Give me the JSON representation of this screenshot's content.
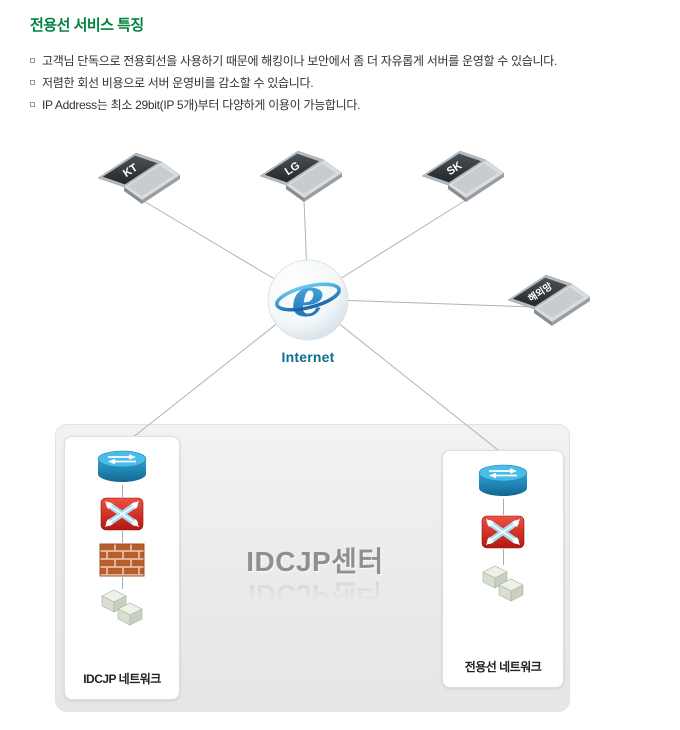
{
  "header": {
    "title": "전용선 서비스 특징"
  },
  "features": [
    "고객님 단독으로 전용회선을 사용하기 때문에 해킹이나 보안에서 좀 더 자유롭게 서버를 운영할 수 있습니다.",
    "저렴한 회선 비용으로 서버 운영비를 감소할 수 있습니다.",
    "IP Address는 최소 29bit(IP 5개)부터 다양하게 이용이 가능합니다."
  ],
  "diagram": {
    "nodes": {
      "kt": "KT",
      "lg": "LG",
      "sk": "SK",
      "overseas": "해외망",
      "internet_label": "Internet",
      "center_title": "IDCJP센터",
      "left_network_label": "IDCJP 네트워크",
      "right_network_label": "전용선 네트워크"
    },
    "icons": {
      "client": "laptop-icon",
      "internet": "internet-globe-icon",
      "router": "router-icon",
      "switch": "switch-icon",
      "firewall": "firewall-icon",
      "server": "server-icon"
    }
  },
  "colors": {
    "title_green": "#00843D",
    "internet_label": "#0F6E91",
    "connector_gray": "#B3B3B3",
    "center_title_gray": "#8F8F8F",
    "text_dark": "#333333"
  }
}
